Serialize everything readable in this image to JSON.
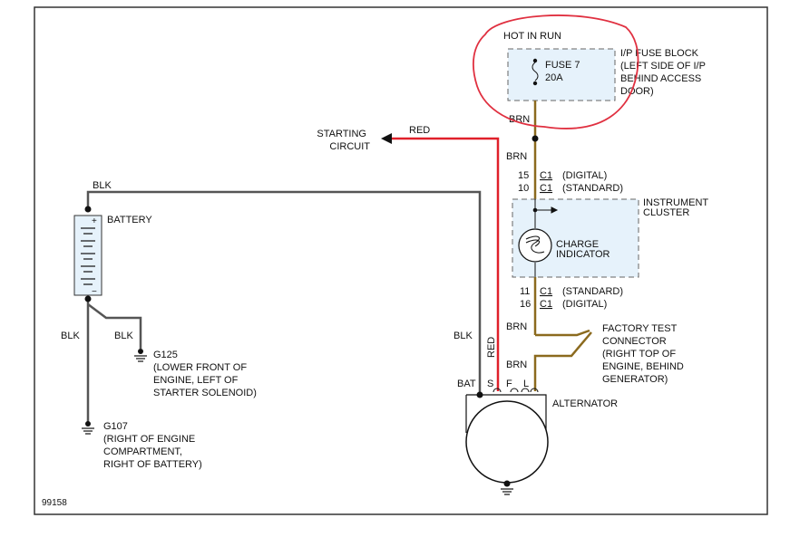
{
  "diagram_id": "99158",
  "colors": {
    "blk_wire": "#555555",
    "red_wire": "#e0202a",
    "brn_wire": "#8b6a1e",
    "component_fill": "#e6f2fb",
    "annotation": "#e03040",
    "frame": "#333333"
  },
  "labels": {
    "hot_in_run": "HOT IN RUN",
    "fuse_name": "FUSE 7",
    "fuse_rating": "20A",
    "fuse_block": [
      "I/P FUSE BLOCK",
      "(LEFT SIDE OF I/P",
      "BEHIND ACCESS",
      "DOOR)"
    ],
    "brn": "BRN",
    "red": "RED",
    "blk": "BLK",
    "starting_circuit": [
      "STARTING",
      "CIRCUIT"
    ],
    "pin_15": "15",
    "pin_10": "10",
    "pin_11": "11",
    "pin_16": "16",
    "c1": "C1",
    "digital": "(DIGITAL)",
    "standard": "(STANDARD)",
    "instrument_cluster": [
      "INSTRUMENT",
      "CLUSTER"
    ],
    "charge_indicator": [
      "CHARGE",
      "INDICATOR"
    ],
    "factory_test_connector": [
      "FACTORY TEST",
      "CONNECTOR",
      "(RIGHT TOP OF",
      "ENGINE, BEHIND",
      "GENERATOR)"
    ],
    "battery": "BATTERY",
    "battery_plus": "+",
    "battery_minus": "−",
    "g125": [
      "G125",
      "(LOWER FRONT OF",
      "ENGINE, LEFT OF",
      "STARTER SOLENOID)"
    ],
    "g107": [
      "G107",
      "(RIGHT OF ENGINE",
      "COMPARTMENT,",
      "RIGHT OF BATTERY)"
    ],
    "bat": "BAT",
    "terminal_s": "S",
    "terminal_f": "F",
    "terminal_l": "L",
    "alternator": "ALTERNATOR"
  }
}
